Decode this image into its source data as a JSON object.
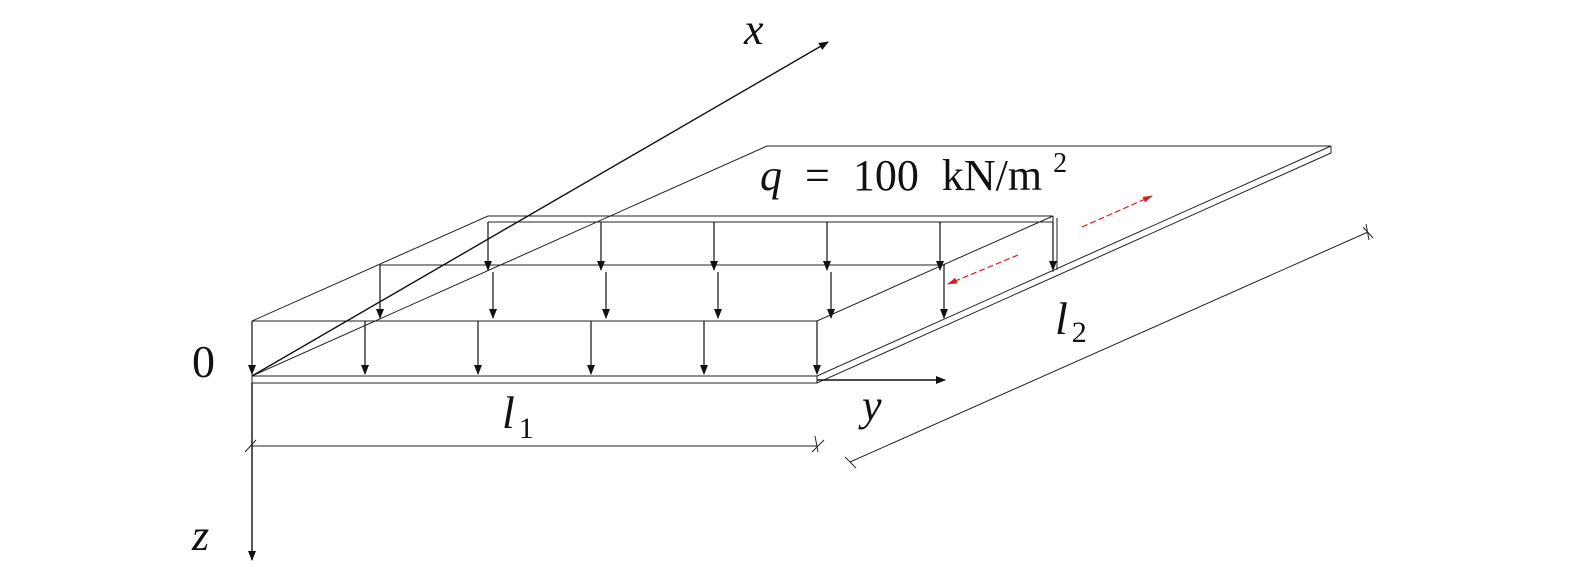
{
  "axes": {
    "x_label": "x",
    "y_label": "y",
    "z_label": "z",
    "origin_label": "0"
  },
  "load": {
    "symbol": "q",
    "equals": "=",
    "value": "100",
    "unit_base": "kN/m",
    "unit_exponent": "2"
  },
  "dimensions": {
    "l1_letter": "l",
    "l1_subscript": "1",
    "l2_letter": "l",
    "l2_subscript": "2"
  },
  "colors": {
    "lines": "#111111",
    "accent_arrows": "#d42020"
  }
}
